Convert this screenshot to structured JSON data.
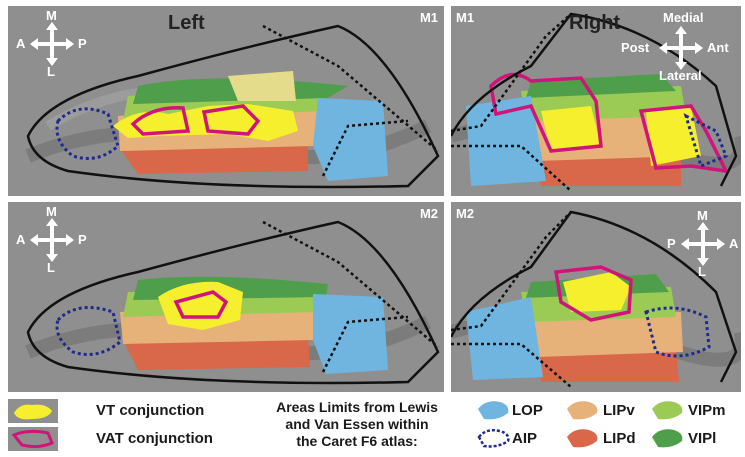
{
  "panels": {
    "top_left": {
      "id": "M1",
      "hemisphere": "Left"
    },
    "top_right": {
      "id": "M1",
      "hemisphere": "Right"
    },
    "bottom_left": {
      "id": "M2"
    },
    "bottom_right": {
      "id": "M2"
    }
  },
  "orientation": {
    "left_top": {
      "up": "M",
      "down": "L",
      "left": "A",
      "right": "P"
    },
    "left_bottom": {
      "up": "M",
      "down": "L",
      "left": "A",
      "right": "P"
    },
    "right_top": {
      "up": "Medial",
      "down": "Lateral",
      "left": "Post",
      "right": "Ant"
    },
    "right_bottom": {
      "up": "M",
      "down": "L",
      "left": "P",
      "right": "A"
    }
  },
  "legend": {
    "vt": "VT conjunction",
    "vat": "VAT conjunction",
    "atlas_line1": "Areas Limits from Lewis",
    "atlas_line2": "and Van Essen within",
    "atlas_line3": "the Caret F6 atlas:",
    "areas": {
      "lop": "LOP",
      "aip": "AIP",
      "lipv": "LIPv",
      "lipd": "LIPd",
      "vipm": "VIPm",
      "vipl": "VIPl"
    }
  },
  "colors": {
    "background": "#8e8e8e",
    "lop": "#6fb5e0",
    "lipv": "#e7b27a",
    "lipd": "#d9684a",
    "vipm": "#9ccb55",
    "vipl": "#4f9e4b",
    "vt": "#f5ef2d",
    "vat": "#d0157a",
    "aip": "#1f2a8c"
  }
}
